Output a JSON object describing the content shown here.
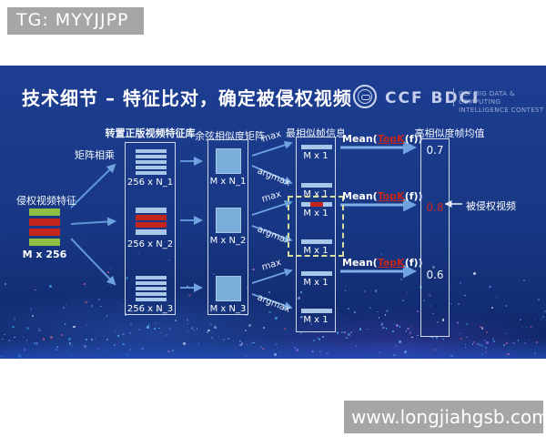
{
  "overlay": {
    "tg_label": "TG: MYYJJPP",
    "watermark": "www.longjiahgsb.com"
  },
  "slide": {
    "title": "技术细节 – 特征比对，确定被侵权视频",
    "logo": {
      "wordmark": "CCF BDCI",
      "tagline_line1": "CCF BIG DATA & COMPUTING",
      "tagline_line2": "INTELLIGENCE CONTEST"
    },
    "diagram": {
      "multiply_label": "矩阵相乘",
      "source": {
        "label": "侵权视频特征",
        "dim": "M x 256"
      },
      "library": {
        "header": "转置正版视频特征库",
        "dims": [
          "256 x N_1",
          "256 x N_2",
          "256 x N_3"
        ]
      },
      "cosine": {
        "header": "余弦相似度矩阵",
        "dims": [
          "M x N_1",
          "M x N_2",
          "M x N_3"
        ]
      },
      "ops": {
        "max": "max",
        "argmax": "argmax"
      },
      "frames": {
        "header": "最相似帧信息",
        "bar_label": "M x 1"
      },
      "mean": {
        "prefix": "Mean(",
        "topk": "TopK",
        "suffix": "(f))"
      },
      "scores": {
        "header": "高相似度帧均值",
        "values": [
          "0.7",
          "0.8",
          "0.6"
        ],
        "highlighted": "0.8"
      },
      "result_label": "被侵权视频"
    },
    "colors": {
      "slide_bg": "#17357f",
      "accent_red": "#c4261d",
      "stripe_blue": "#a9c7e8",
      "stripe_green": "#8fbe45",
      "square_blue": "#7aadd9",
      "arrow_blue": "#6fa3e0",
      "highlight_dash": "#d5df9e",
      "badge_gray": "#a6a6a6"
    }
  }
}
